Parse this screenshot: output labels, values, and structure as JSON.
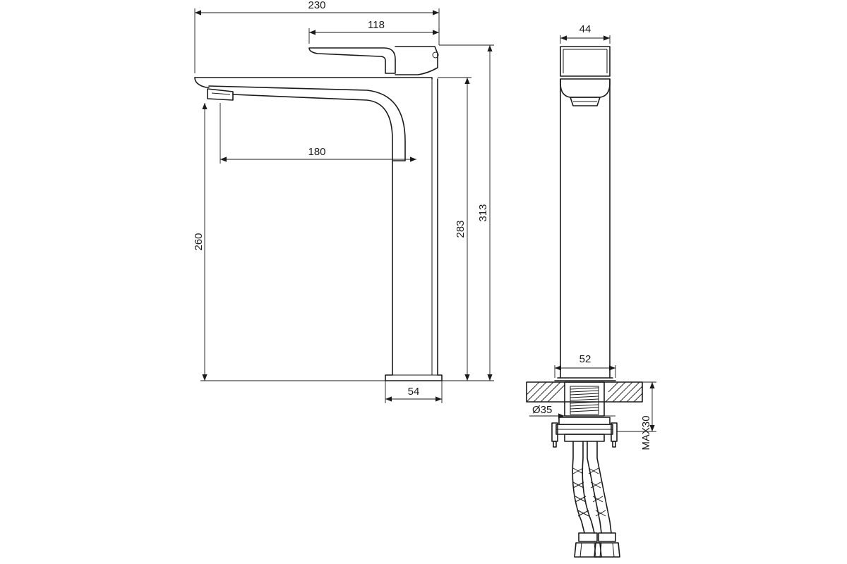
{
  "dimensions": {
    "overall_width": "230",
    "handle_length": "118",
    "spout_reach": "180",
    "spout_height": "260",
    "body_height": "283",
    "total_height": "313",
    "base_width": "54",
    "side_top_width": "44",
    "side_base_width": "52",
    "thread_diameter": "Ø35",
    "max_counter_thickness": "MAX30"
  },
  "colors": {
    "line": "#1a1a1a",
    "background": "#ffffff"
  }
}
